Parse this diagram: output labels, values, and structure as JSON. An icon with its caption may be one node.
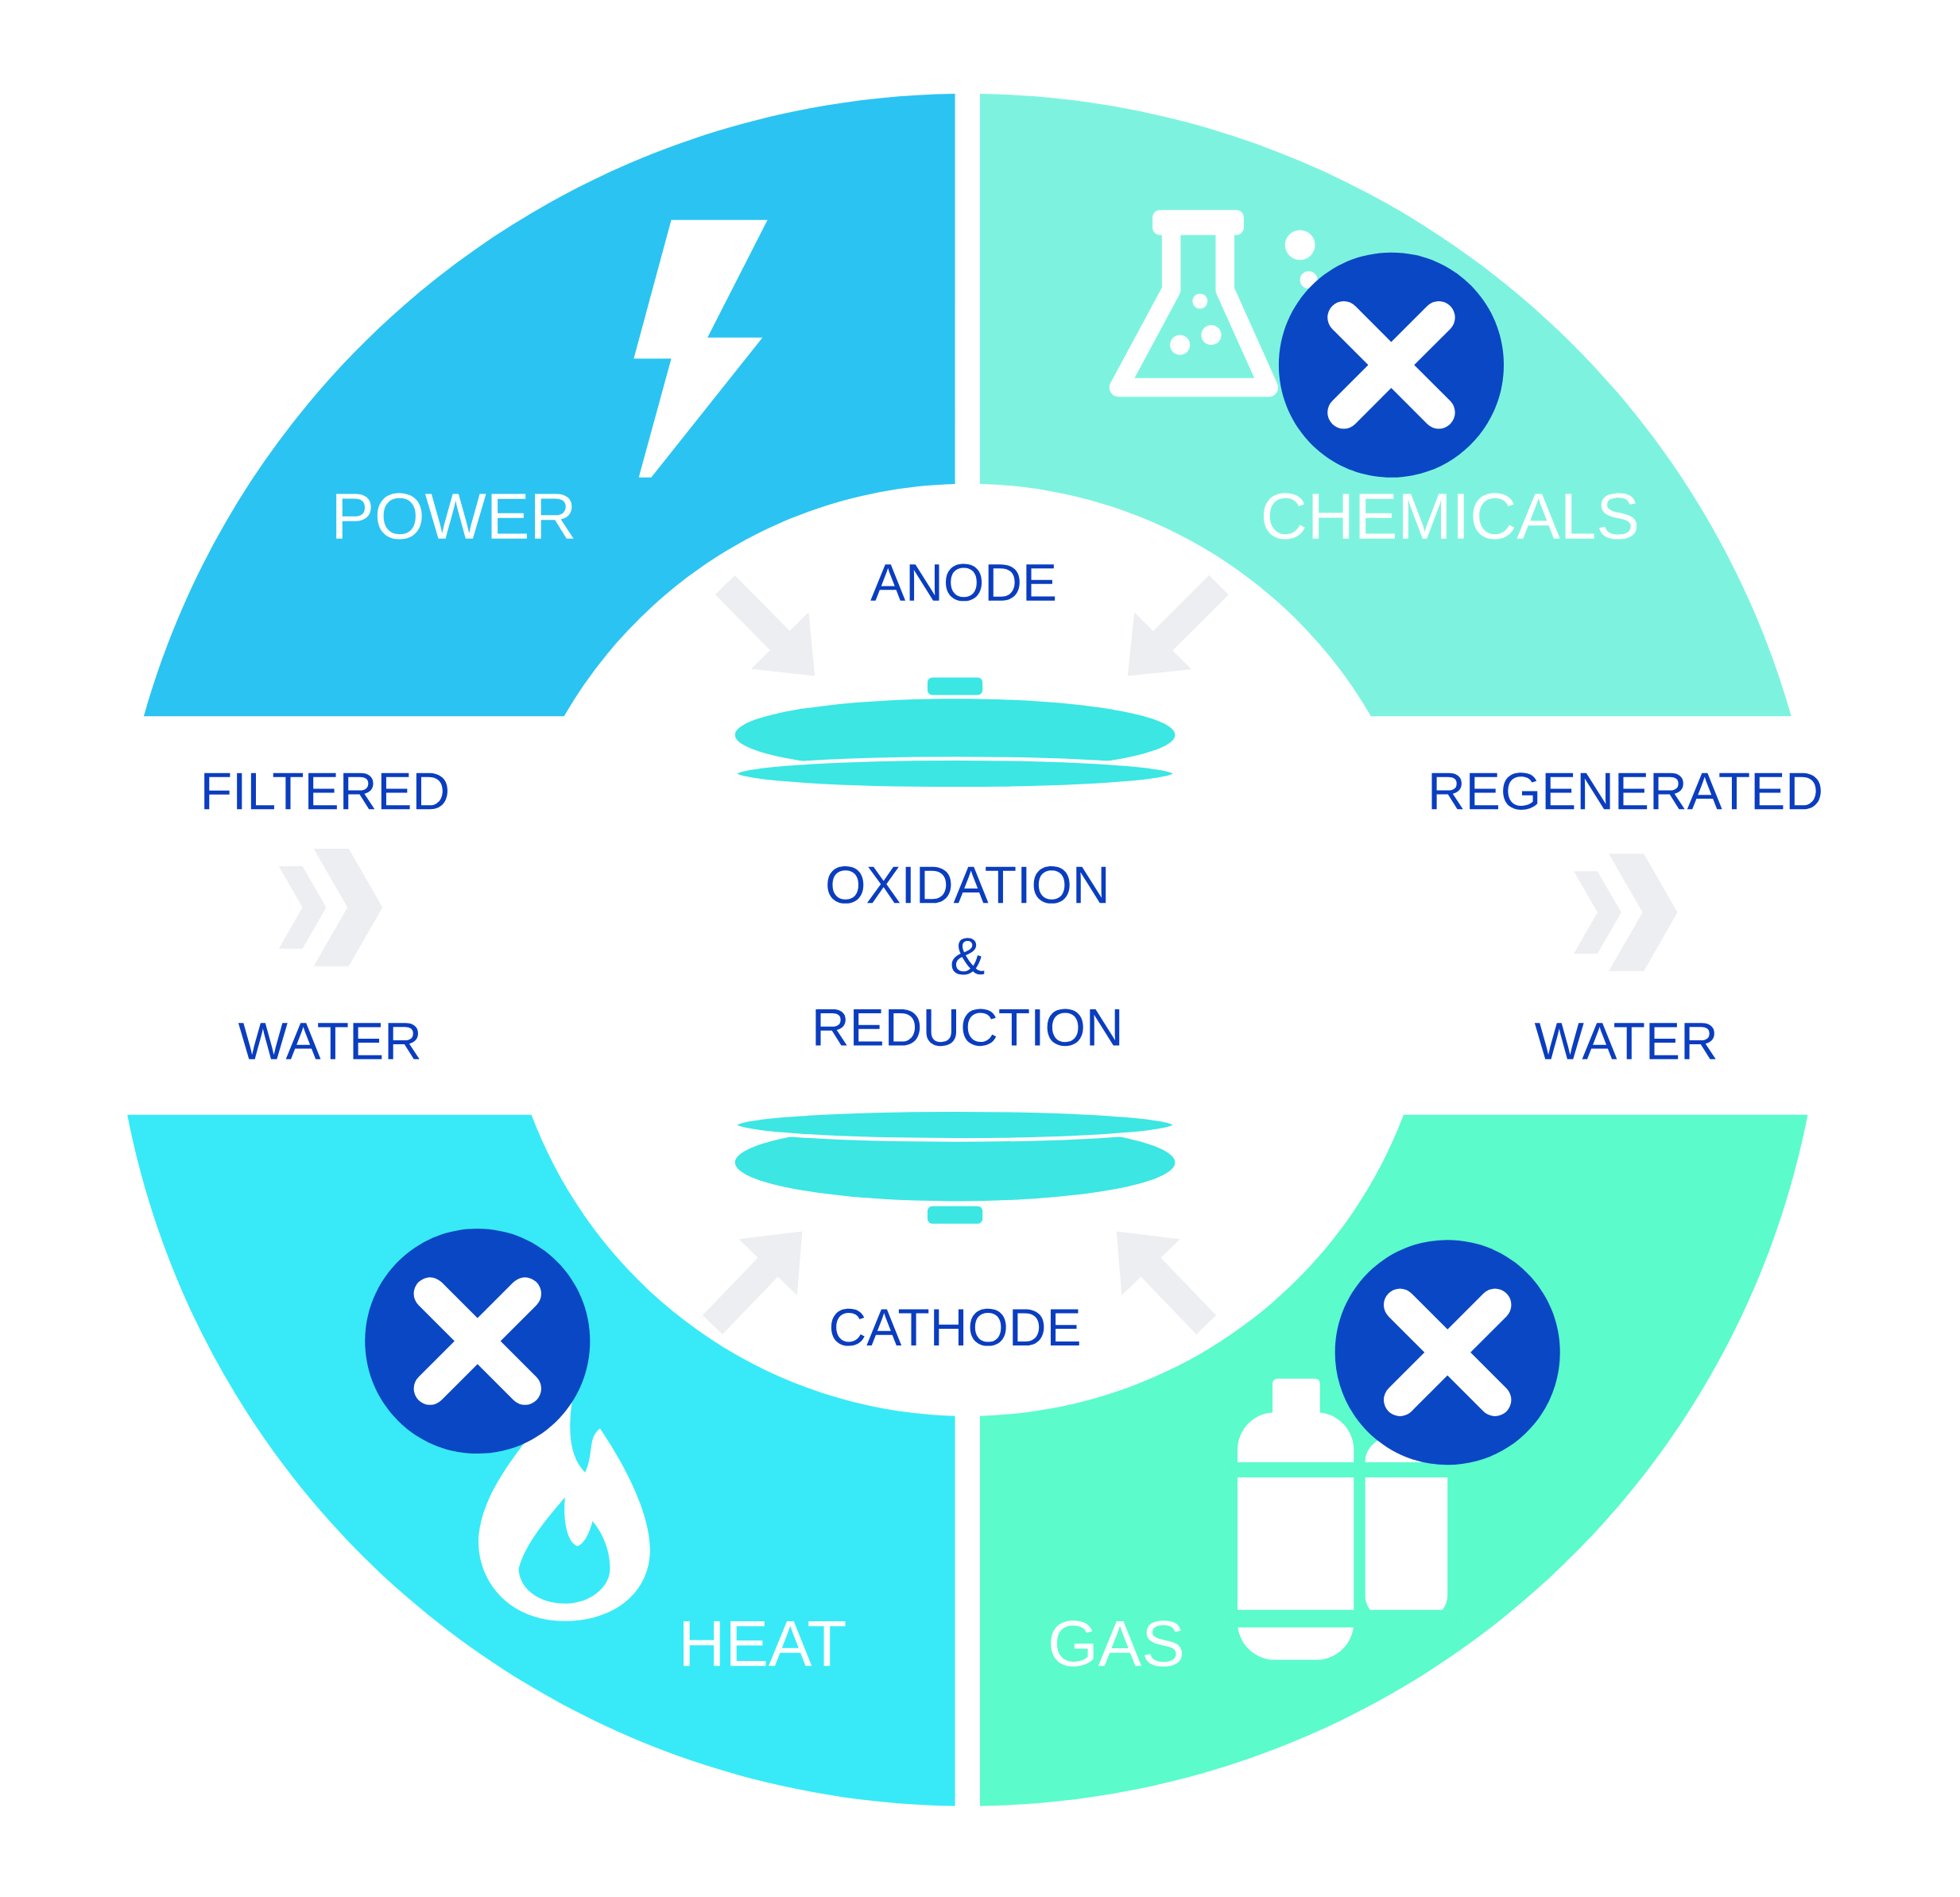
{
  "diagram": {
    "nodes": [
      {
        "text": [
          "POWER"
        ]
      },
      {
        "text": [
          "CHEMICALS"
        ]
      },
      {
        "text": [
          "HEAT"
        ]
      },
      {
        "text": [
          "GAS"
        ]
      }
    ],
    "labels": [
      "ANODE",
      "FILTERED",
      "REGENERATED",
      "OXIDATION & REDUCTION",
      "WATER",
      "WATER",
      "CATHODE"
    ]
  }
}
